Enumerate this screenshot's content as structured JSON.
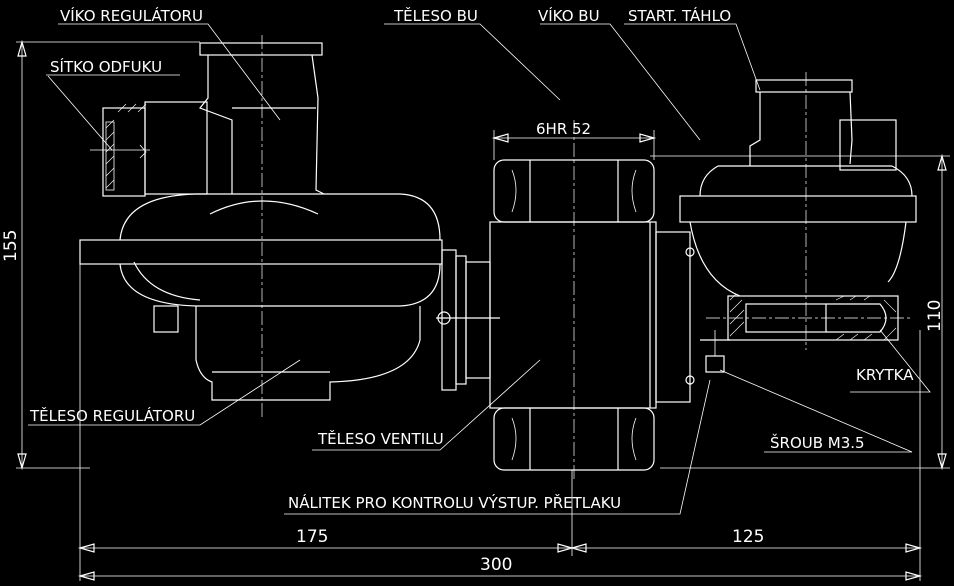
{
  "labels": {
    "viko_regulatoru": "VÍKO REGULÁTORU",
    "sitko_odfuku": "SÍTKO ODFUKU",
    "teleso_bu": "TĚLESO BU",
    "viko_bu": "VÍKO BU",
    "start_tahlo": "START. TÁHLO",
    "hex_size": "6HR 52",
    "krytka": "KRYTKA",
    "teleso_regulatoru": "TĚLESO REGULÁTORU",
    "teleso_ventilu": "TĚLESO VENTILU",
    "sroub": "ŠROUB M3.5",
    "nalitek": "NÁLITEK PRO KONTROLU VÝSTUP. PŘETLAKU"
  },
  "dimensions": {
    "height_total": "155",
    "height_right": "110",
    "width_left": "175",
    "width_right": "125",
    "width_total": "300"
  },
  "colors": {
    "background": "#000000",
    "lines": "#ffffff"
  }
}
